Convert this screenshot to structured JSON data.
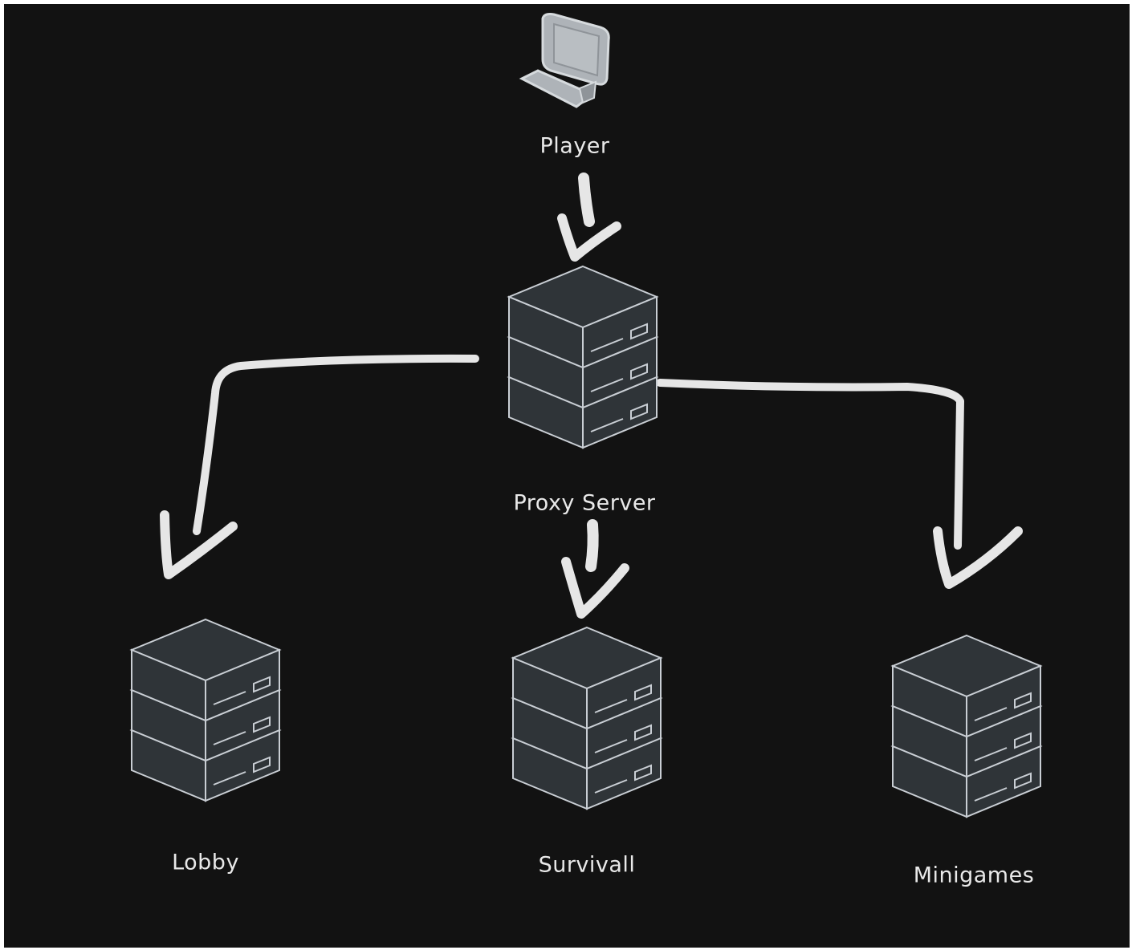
{
  "colors": {
    "background": "#121212",
    "server_face": "#2f3438",
    "server_outline": "#c9ced4",
    "arrow": "#e6e6e6",
    "monitor_screen": "#aeb3b8",
    "label": "#e9e9e9"
  },
  "nodes": {
    "player": {
      "label": "Player",
      "icon": "computer-icon"
    },
    "proxy": {
      "label": "Proxy Server",
      "icon": "server-stack-icon"
    },
    "lobby": {
      "label": "Lobby",
      "icon": "server-stack-icon"
    },
    "survival": {
      "label": "Survivall",
      "icon": "server-stack-icon"
    },
    "minigames": {
      "label": "Minigames",
      "icon": "server-stack-icon"
    }
  },
  "edges": [
    {
      "from": "Player",
      "to": "Proxy Server"
    },
    {
      "from": "Proxy Server",
      "to": "Lobby"
    },
    {
      "from": "Proxy Server",
      "to": "Survivall"
    },
    {
      "from": "Proxy Server",
      "to": "Minigames"
    }
  ]
}
